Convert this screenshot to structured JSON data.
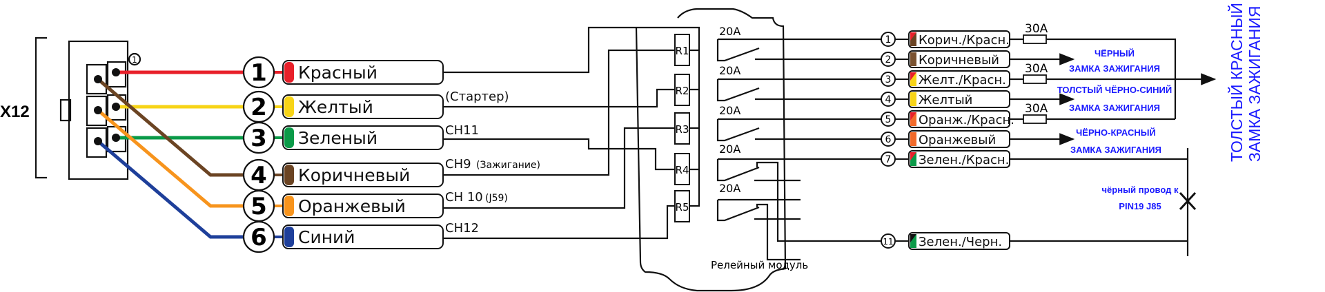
{
  "connector": {
    "name": "X12",
    "pin_mark": "1"
  },
  "left_wires": [
    {
      "num": "1",
      "label": "Красный",
      "color": "#e8202a"
    },
    {
      "num": "2",
      "label": "Желтый",
      "color": "#f7d417"
    },
    {
      "num": "3",
      "label": "Зеленый",
      "color": "#0a9a48"
    },
    {
      "num": "4",
      "label": "Коричневый",
      "color": "#6b4423"
    },
    {
      "num": "5",
      "label": "Оранжевый",
      "color": "#f7941d"
    },
    {
      "num": "6",
      "label": "Синий",
      "color": "#1e3f9a"
    }
  ],
  "channels": [
    "(Стартер)",
    "CH11",
    "CH9",
    "(Зажигание)",
    "CH 10",
    "(J59)",
    "CH12"
  ],
  "relays": [
    "R1",
    "R2",
    "R3",
    "R4",
    "R5"
  ],
  "relay_ratings": [
    "20A",
    "20A",
    "20A",
    "20A",
    "20A"
  ],
  "module_label": "Релейный модуль",
  "right_wires": [
    {
      "num": "1",
      "label": "Корич./Красн.",
      "c1": "#e8202a",
      "c2": "#6b4423"
    },
    {
      "num": "2",
      "label": "Коричневый",
      "c1": "#7a5230",
      "c2": "#7a5230"
    },
    {
      "num": "3",
      "label": "Желт./Красн.",
      "c1": "#e8202a",
      "c2": "#f7d417"
    },
    {
      "num": "4",
      "label": "Желтый",
      "c1": "#f7d417",
      "c2": "#f7d417"
    },
    {
      "num": "5",
      "label": "Оранж./Красн.",
      "c1": "#e8202a",
      "c2": "#f26a2a"
    },
    {
      "num": "6",
      "label": "Оранжевый",
      "c1": "#f26a2a",
      "c2": "#f26a2a"
    },
    {
      "num": "7",
      "label": "Зелен./Красн.",
      "c1": "#e8202a",
      "c2": "#0a9a48"
    },
    {
      "num": "11",
      "label": "Зелен./Черн.",
      "c1": "#111111",
      "c2": "#0a9a48"
    }
  ],
  "fuses": [
    "30A",
    "30A",
    "30A"
  ],
  "notes": {
    "n1a": "ЧЁРНЫЙ",
    "n1b": "ЗАМКА ЗАЖИГАНИЯ",
    "n2a": "ТОЛСТЫЙ ЧЁРНО-СИНИЙ",
    "n2b": "ЗАМКА ЗАЖИГАНИЯ",
    "n3a": "ЧЁРНО-КРАСНЫЙ",
    "n3b": "ЗАМКА ЗАЖИГАНИЯ",
    "n4a": "чёрный провод к",
    "n4b": "PIN19 J85",
    "v1": "ТОЛСТЫЙ КРАСНЫЙ",
    "v2": "ЗАМКА ЗАЖИГАНИЯ"
  }
}
